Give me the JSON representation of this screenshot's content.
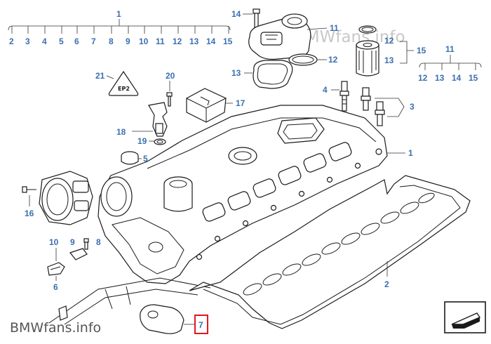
{
  "watermark_top": "BMWfans.info",
  "watermark_bottom": "BMWfans.info",
  "badge_text": "EP2",
  "highlight_color": "#e0191f",
  "label_color": "#3a6fb0",
  "labels": {
    "l1_top": "1",
    "seq_row": [
      "2",
      "3",
      "4",
      "5",
      "6",
      "7",
      "8",
      "9",
      "10",
      "11",
      "12",
      "13",
      "14",
      "15"
    ],
    "l14": "14",
    "l11": "11",
    "l12": "12",
    "l13": "13",
    "l15": "15",
    "l12b": "12",
    "l13b": "13",
    "l11r": "11",
    "seq_right": [
      "12",
      "13",
      "14",
      "15"
    ],
    "l21": "21",
    "l20": "20",
    "l17": "17",
    "l4": "4",
    "l3": "3",
    "l18": "18",
    "l19": "19",
    "l5": "5",
    "l1_side": "1",
    "l16": "16",
    "l10": "10",
    "l9": "9",
    "l8": "8",
    "l6": "6",
    "l2": "2",
    "l7": "7"
  }
}
